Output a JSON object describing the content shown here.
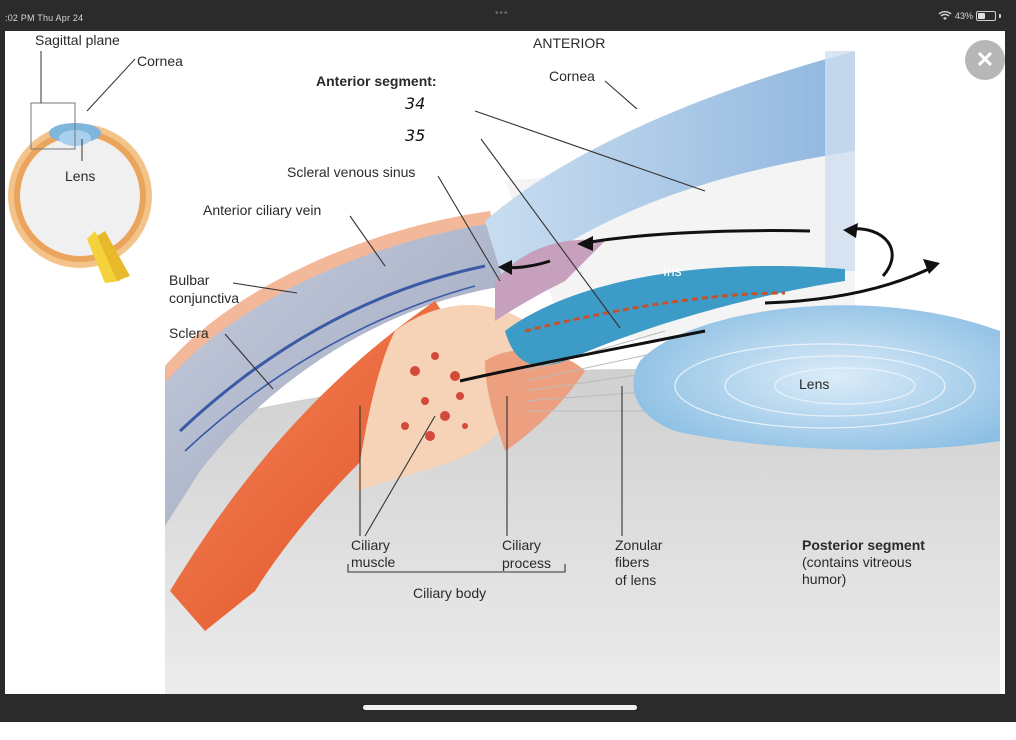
{
  "status_bar": {
    "time_date": ":02 PM  Thu Apr 24",
    "battery": "43%",
    "battery_level": 0.43,
    "dots": "•••"
  },
  "close_button": {
    "glyph": "✕"
  },
  "figure": {
    "inset": {
      "sagittal_plane": "Sagittal plane",
      "cornea": "Cornea",
      "lens": "Lens"
    },
    "anterior": "ANTERIOR",
    "cornea": "Cornea",
    "anterior_segment": "Anterior segment:",
    "handwritten_1": "34",
    "handwritten_2": "35",
    "scleral_venous_sinus": "Scleral venous sinus",
    "anterior_ciliary_vein": "Anterior ciliary vein",
    "bulbar_conjunctiva_1": "Bulbar",
    "bulbar_conjunctiva_2": "conjunctiva",
    "sclera": "Sclera",
    "iris": "Iris",
    "lens": "Lens",
    "ciliary_muscle_1": "Ciliary",
    "ciliary_muscle_2": "muscle",
    "ciliary_process_1": "Ciliary",
    "ciliary_process_2": "process",
    "ciliary_body": "Ciliary body",
    "zonular_1": "Zonular",
    "zonular_2": "fibers",
    "zonular_3": "of lens",
    "posterior_segment": "Posterior segment",
    "posterior_2": "(contains vitreous",
    "posterior_3": "humor)"
  },
  "colors": {
    "cornea": "#a9c9e8",
    "sclera": "#b9bfd0",
    "conjunctiva": "#f3b79a",
    "muscle": "#e8552b",
    "ciliary_body": "#f6d3b6",
    "iris": "#3d9bc7",
    "lens": "#bcdcf2",
    "vitreous": "#dcdcdc"
  }
}
